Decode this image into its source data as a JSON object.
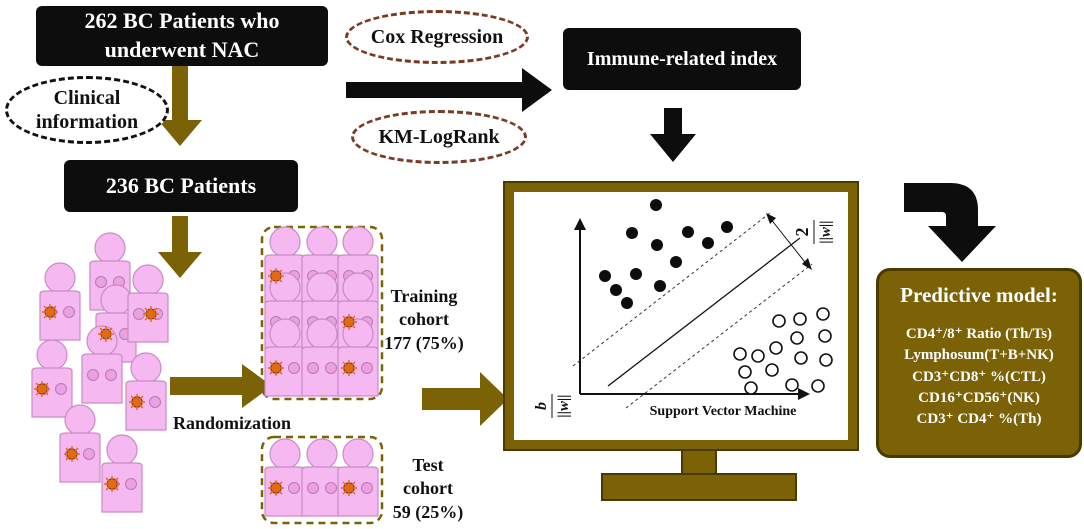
{
  "boxes": {
    "patients_nac_line1": "262  BC Patients  who",
    "patients_nac_line2": "underwent NAC",
    "patients_236": "236  BC Patients",
    "immune_index": "Immune-related index"
  },
  "ovals": {
    "clinical_line1": "Clinical",
    "clinical_line2": "information",
    "cox": "Cox Regression",
    "km": "KM-LogRank"
  },
  "labels": {
    "randomization": "Randomization",
    "training_line1": "Training",
    "training_line2": "cohort",
    "training_line3": "177 (75%)",
    "test_line1": "Test",
    "test_line2": "cohort",
    "test_line3": "59 (25%)",
    "svm": "Support Vector Machine",
    "margin_num": "2",
    "margin_den": "||w||",
    "bias_num": "b",
    "bias_den": "||w||"
  },
  "model": {
    "title": "Predictive model:",
    "items": [
      "CD4⁺/8⁺ Ratio (Th/Ts)",
      "Lymphosum(T+B+NK)",
      "CD3⁺CD8⁺ %(CTL)",
      "CD16⁺CD56⁺(NK)",
      "CD3⁺ CD4⁺ %(Th)"
    ]
  },
  "colors": {
    "arrow_olive": "#7b6207",
    "arrow_black": "#0d0d0d",
    "figure_pink": "#f6b8f0",
    "dashed_brown": "#7a3b22",
    "monitor_frame": "#7b6207"
  }
}
